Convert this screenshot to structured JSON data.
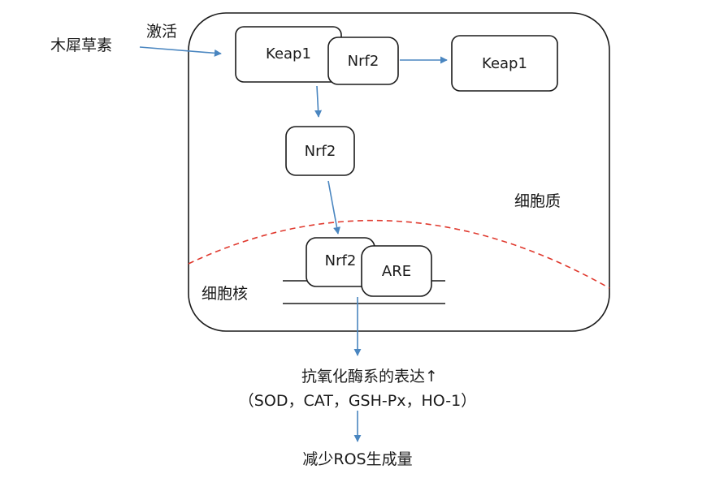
{
  "inducer": {
    "label": "木犀草素",
    "action": "激活"
  },
  "complex": {
    "keap1": "Keap1",
    "nrf2": "Nrf2"
  },
  "released": {
    "keap1": "Keap1"
  },
  "free_nrf2": "Nrf2",
  "nuclear": {
    "nrf2": "Nrf2",
    "are": "ARE"
  },
  "compartments": {
    "cytoplasm": "细胞质",
    "nucleus": "细胞核"
  },
  "outcomes": {
    "expression": "抗氧化酶系的表达↑",
    "enzymes": "（SOD，CAT，GSH-Px，HO-1）",
    "result": "减少ROS生成量"
  },
  "colors": {
    "arrow": "#4a86c0",
    "membrane": "#e03a2f",
    "outline": "#1a1a1a"
  }
}
